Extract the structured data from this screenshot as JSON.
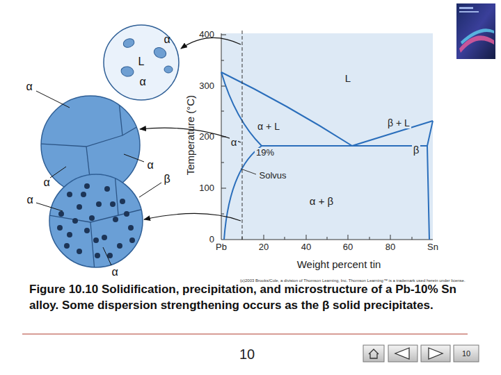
{
  "diagram": {
    "caption": "Figure 10.10 Solidification, precipitation, and microstructure of a Pb-10% Sn alloy. Some dispersion strengthening occurs as the β solid precipitates.",
    "nodes": [
      {
        "text": [
          "α",
          "L",
          "α"
        ]
      },
      {
        "text": [
          "α",
          "α",
          "α"
        ]
      },
      {
        "text": [
          "β",
          "α",
          "α"
        ]
      }
    ],
    "labels": [
      "400",
      "300",
      "200",
      "100",
      "0",
      "Pb",
      "20",
      "40",
      "60",
      "80",
      "Sn",
      "Weight percent tin",
      "Temperature (°C)",
      "L",
      "α + L",
      "β + L",
      "α",
      "19%",
      "Solvus",
      "β",
      "α + β",
      "(c)2003 Brooks/Cole, a division of Thomson Learning, Inc. Thomson Learning™ is a trademark used herein under license.",
      "10",
      "10"
    ]
  }
}
